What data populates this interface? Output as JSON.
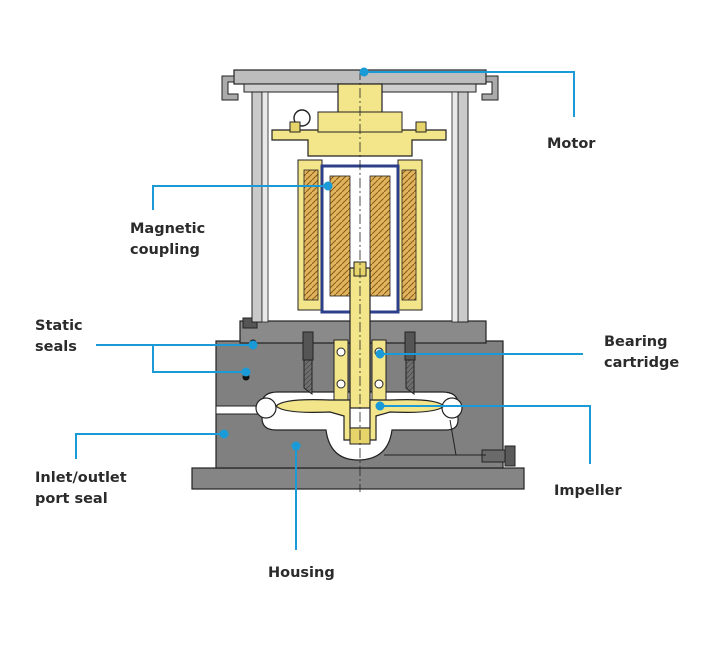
{
  "labels": {
    "motor": "Motor",
    "magnetic_coupling_1": "Magnetic",
    "magnetic_coupling_2": "coupling",
    "static_seals_1": "Static",
    "static_seals_2": "seals",
    "bearing_cartridge_1": "Bearing",
    "bearing_cartridge_2": "cartridge",
    "inlet_outlet_port_seal_1": "Inlet/outlet",
    "inlet_outlet_port_seal_2": "port seal",
    "impeller": "Impeller",
    "housing": "Housing"
  },
  "colors": {
    "leader_line": "#1a9bd7",
    "housing_gray": "#7d7d7d",
    "motor_frame_gray": "#b9b9b9",
    "yellow_parts": "#f3e58a",
    "magnet_orange": "#d8a24a",
    "outline": "#222222"
  }
}
